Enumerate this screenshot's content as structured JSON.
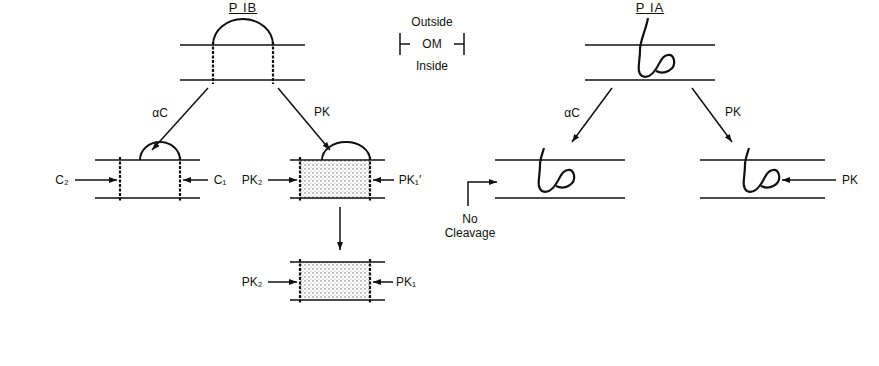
{
  "diagram": {
    "labels": [
      "P IB",
      "Outside",
      "OM",
      "Inside",
      "P IA",
      "αC",
      "PK",
      "αC",
      "PK",
      "C₂",
      "C₁",
      "PK₂",
      "PK₁′",
      "No Cleavage",
      "PK",
      "PK₂",
      "PK₁"
    ]
  }
}
